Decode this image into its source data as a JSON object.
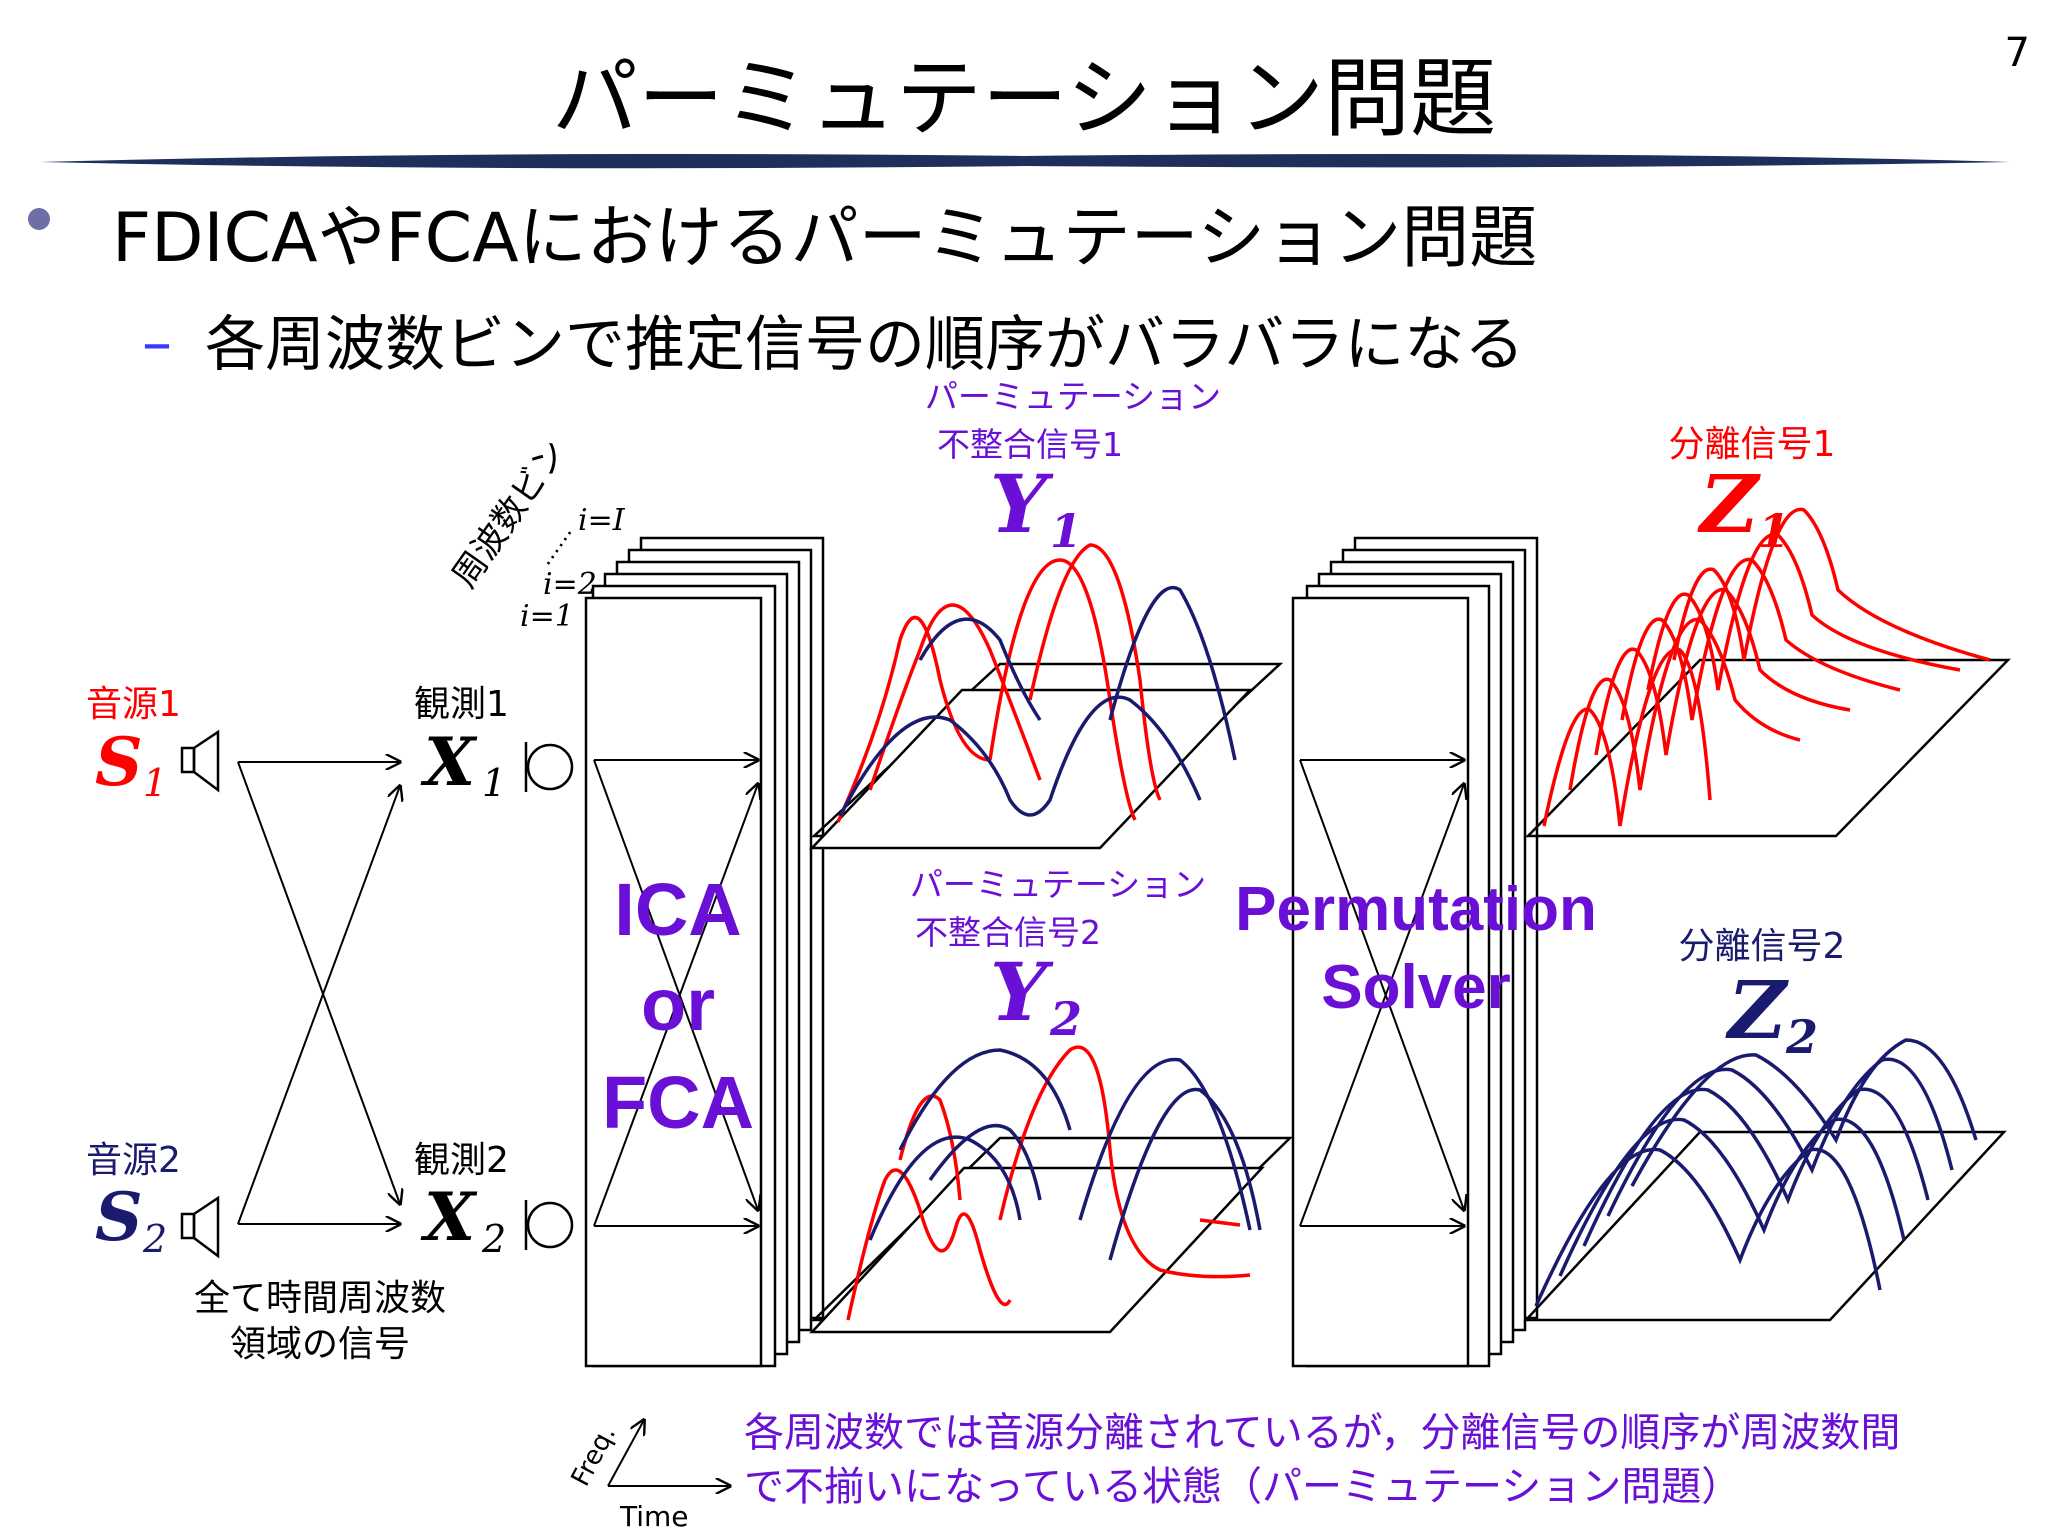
{
  "slide": {
    "title": "パーミュテーション問題",
    "page_number": "7",
    "bullet": "FDICAやFCAにおけるパーミュテーション問題",
    "sub_dash": "–",
    "sub_bullet": "各周波数ビンで推定信号の順序がバラバラになる"
  },
  "diagram": {
    "source1_label": "音源1",
    "source1_symbol": "S",
    "source1_sub": "1",
    "source2_label": "音源2",
    "source2_symbol": "S",
    "source2_sub": "2",
    "obs1_label": "観測1",
    "obs1_symbol": "X",
    "obs1_sub": "1",
    "obs2_label": "観測2",
    "obs2_symbol": "X",
    "obs2_sub": "2",
    "tf_note_line1": "全て時間周波数",
    "tf_note_line2": "領域の信号",
    "freq_bin_label": "周波数ビン",
    "bin_i1": "i=1",
    "bin_i2": "i=2",
    "bin_iI": "i=I",
    "ica_line1": "ICA",
    "ica_line2": "or",
    "ica_line3": "FCA",
    "perm_line1": "Permutation",
    "perm_line2": "Solver",
    "y1_caption_line1": "パーミュテーション",
    "y1_caption_line2": "不整合信号1",
    "y1_symbol": "Y",
    "y1_sub": "1",
    "y2_caption_line1": "パーミュテーション",
    "y2_caption_line2": "不整合信号2",
    "y2_symbol": "Y",
    "y2_sub": "2",
    "z1_caption": "分離信号1",
    "z1_symbol": "Z",
    "z1_sub": "1",
    "z2_caption": "分離信号2",
    "z2_symbol": "Z",
    "z2_sub": "2",
    "axis_freq": "Freq.",
    "axis_time": "Time",
    "note_line1": "各周波数では音源分離されているが，分離信号の順序が周波数間",
    "note_line2": "で不揃いになっている状態（パーミュテーション問題）"
  },
  "colors": {
    "red": "#ff0000",
    "navy": "#1a1a6e",
    "purple": "#6a0fd6",
    "divider": "#1d2f5a"
  }
}
